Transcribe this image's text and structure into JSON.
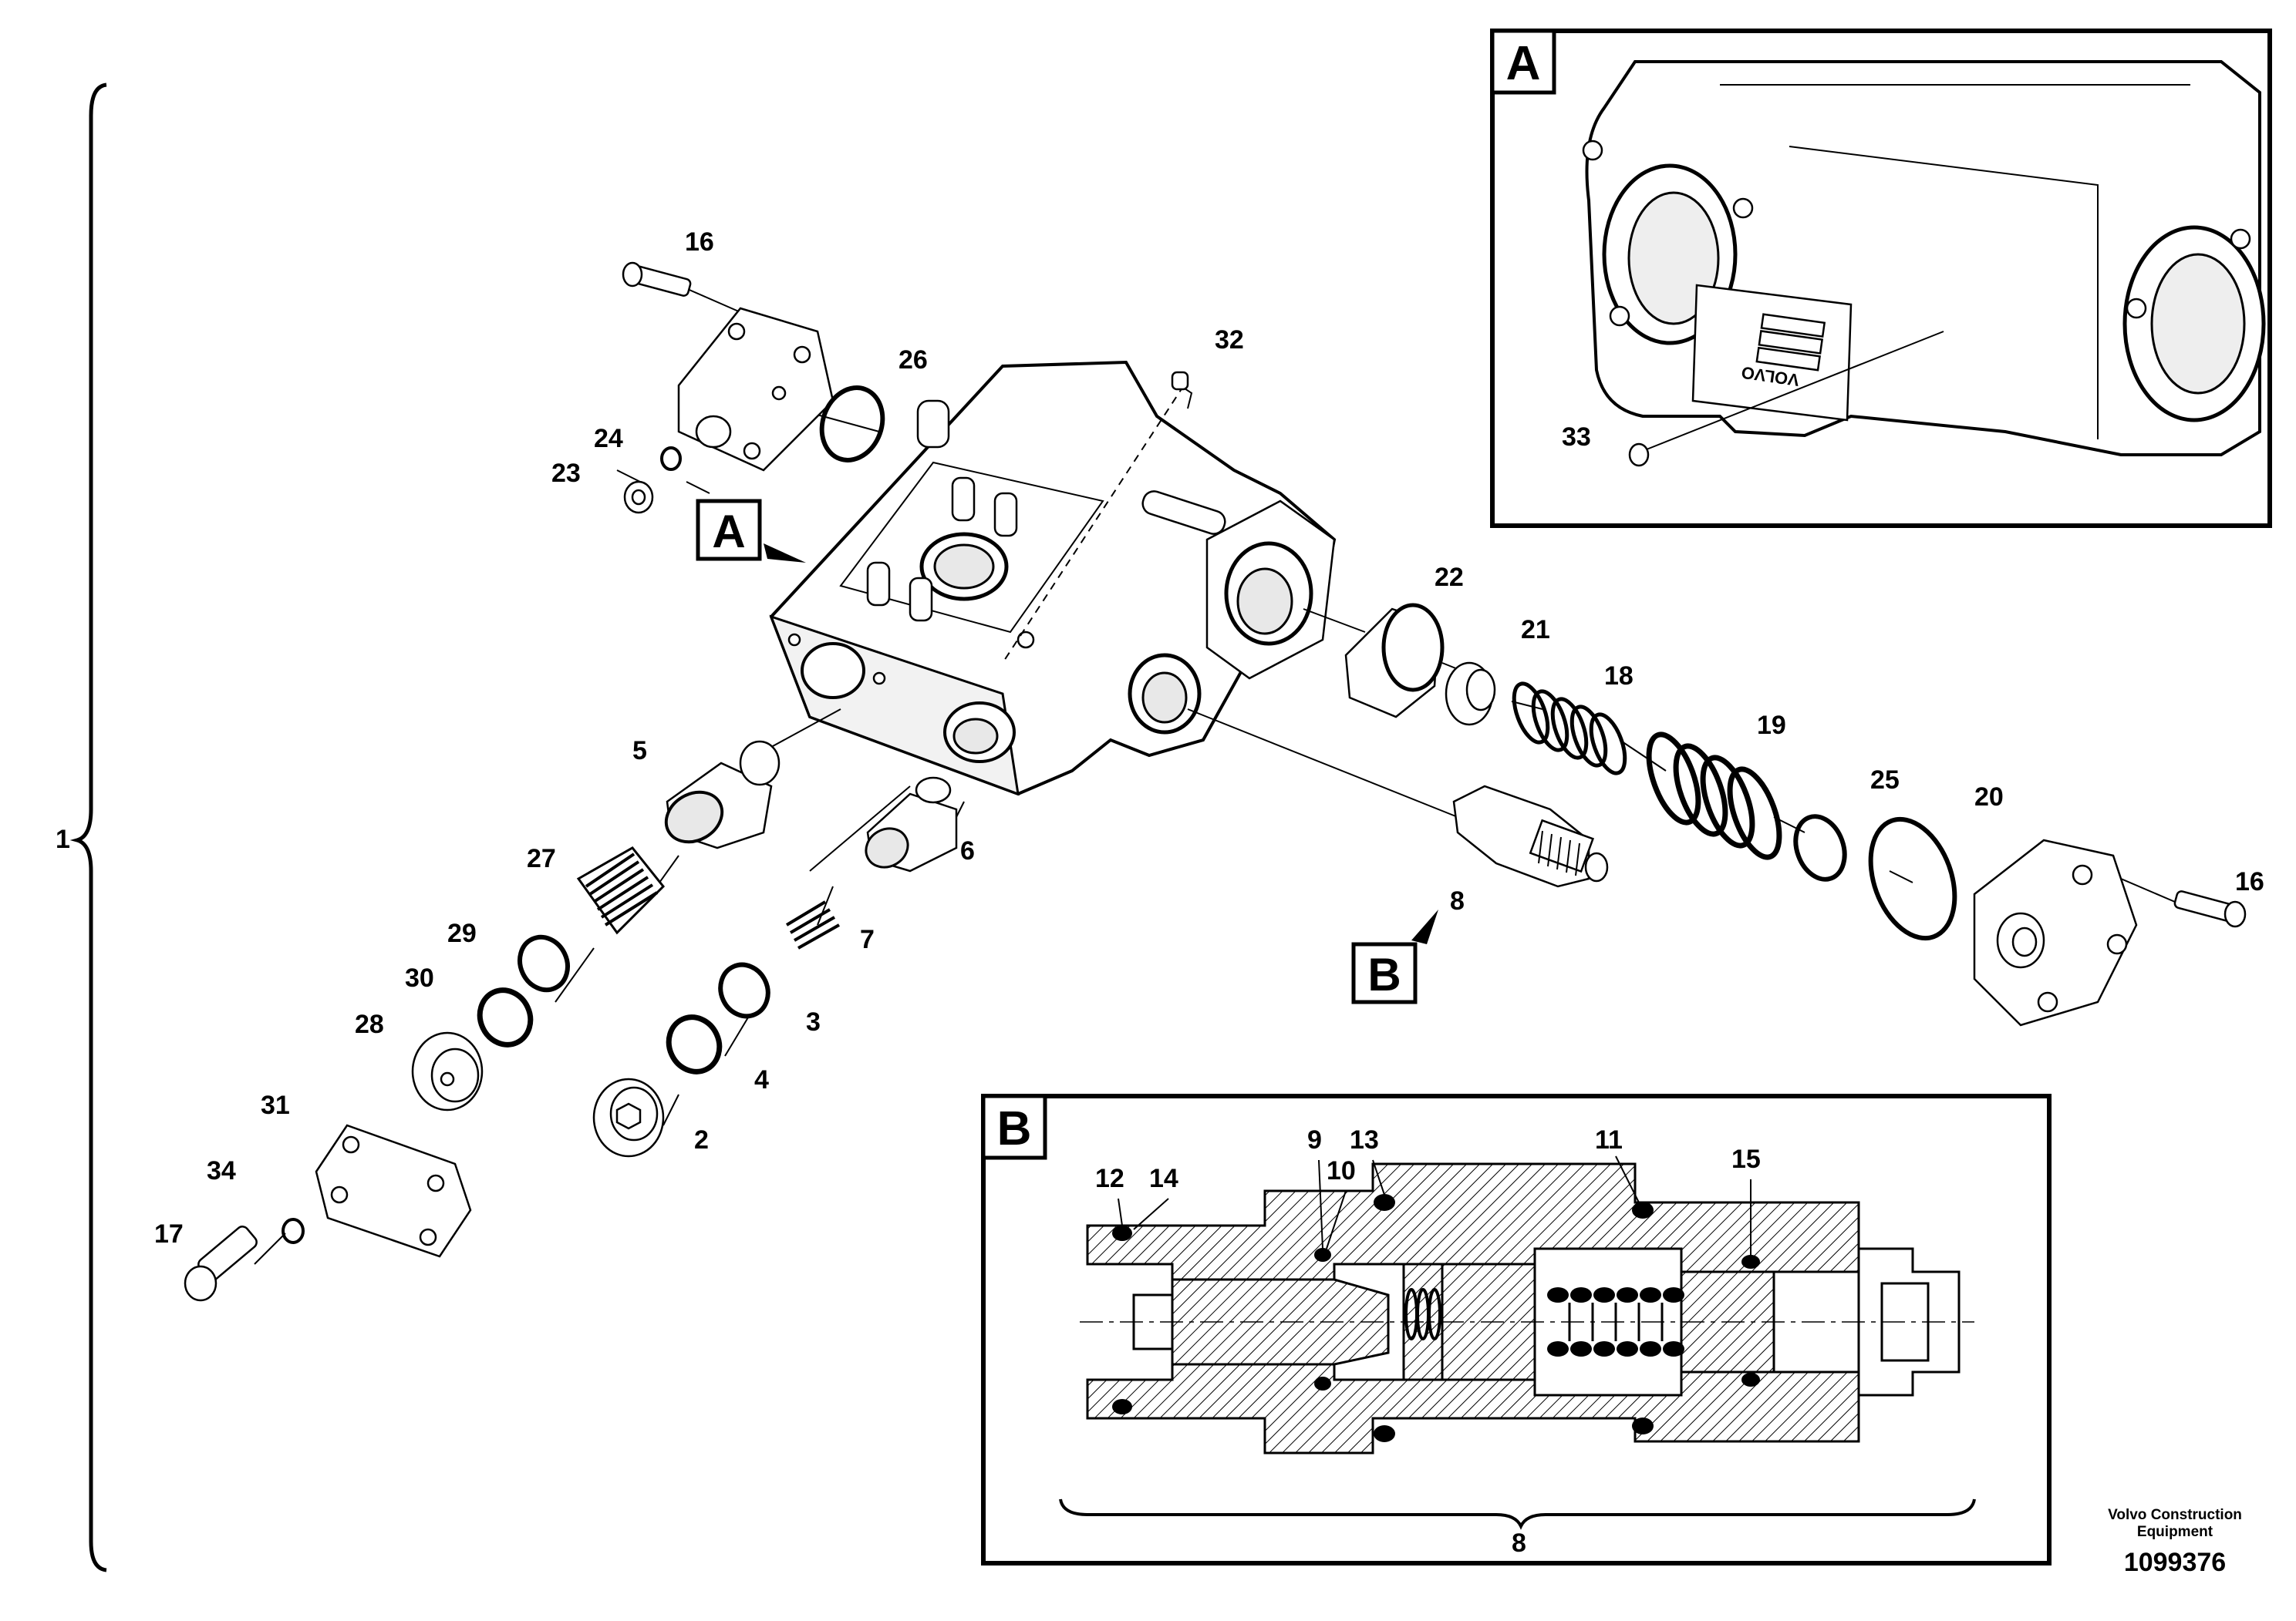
{
  "callouts": {
    "c1": "1",
    "c2": "2",
    "c3": "3",
    "c4": "4",
    "c5": "5",
    "c6": "6",
    "c7": "7",
    "c8": "8",
    "c8b": "8",
    "c9": "9",
    "c10": "10",
    "c11": "11",
    "c12": "12",
    "c13": "13",
    "c14": "14",
    "c15": "15",
    "c16a": "16",
    "c16b": "16",
    "c17": "17",
    "c18": "18",
    "c19": "19",
    "c20": "20",
    "c21": "21",
    "c22": "22",
    "c23": "23",
    "c24": "24",
    "c25": "25",
    "c26": "26",
    "c27": "27",
    "c28": "28",
    "c29": "29",
    "c30": "30",
    "c31": "31",
    "c32": "32",
    "c33": "33",
    "c34": "34"
  },
  "view_labels": {
    "a_main": "A",
    "b_main": "B",
    "a_inset": "A",
    "b_inset": "B"
  },
  "nameplate_text": "VOLVO",
  "credit": {
    "line1": "Volvo Construction",
    "line2": "Equipment",
    "number": "1099376"
  }
}
